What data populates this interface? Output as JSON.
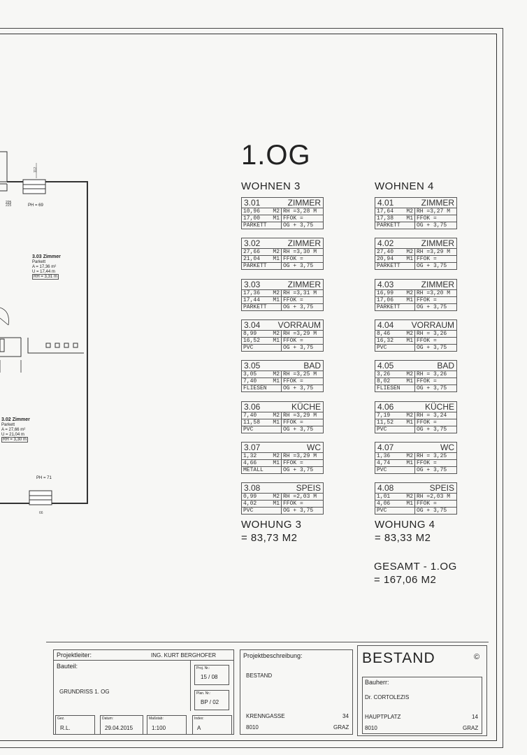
{
  "floor_title": "1.OG",
  "units": [
    {
      "title": "WOHNEN 3",
      "rooms": [
        {
          "no": "3.01",
          "name": "ZIMMER",
          "area": "10,96",
          "area_unit": "M2",
          "rh": "RH =3,28 M",
          "perim": "17,00",
          "perim_unit": "M1",
          "ffok": "FFOK =",
          "floor": "PARKETT",
          "og": "OG  + 3,75"
        },
        {
          "no": "3.02",
          "name": "ZIMMER",
          "area": "27,66",
          "area_unit": "M2",
          "rh": "RH =3,30 M",
          "perim": "21,04",
          "perim_unit": "M1",
          "ffok": "FFOK =",
          "floor": "PARKETT",
          "og": "OG  + 3,75"
        },
        {
          "no": "3.03",
          "name": "ZIMMER",
          "area": "17,36",
          "area_unit": "M2",
          "rh": "RH =3,31 M",
          "perim": "17,44",
          "perim_unit": "M1",
          "ffok": "FFOK =",
          "floor": "PARKETT",
          "og": "OG  + 3,75"
        },
        {
          "no": "3.04",
          "name": "VORRAUM",
          "area": "8,99",
          "area_unit": "M2",
          "rh": "RH =3,29 M",
          "perim": "16,52",
          "perim_unit": "M1",
          "ffok": "FFOK =",
          "floor": "PVC",
          "og": "OG  + 3,75"
        },
        {
          "no": "3.05",
          "name": "BAD",
          "area": "3,05",
          "area_unit": "M2",
          "rh": "RH =3,25 M",
          "perim": "7,40",
          "perim_unit": "M1",
          "ffok": "FFOK =",
          "floor": "FLIESEN",
          "og": "OG  + 3,75"
        },
        {
          "no": "3.06",
          "name": "KÜCHE",
          "area": "7,40",
          "area_unit": "M2",
          "rh": "RH =3,29 M",
          "perim": "11,58",
          "perim_unit": "M1",
          "ffok": "FFOK =",
          "floor": "PVC",
          "og": "OG  + 3,75"
        },
        {
          "no": "3.07",
          "name": "WC",
          "area": "1,32",
          "area_unit": "M2",
          "rh": "RH =3,29 M",
          "perim": "4,66",
          "perim_unit": "M1",
          "ffok": "FFOK =",
          "floor": "METALL",
          "og": "OG  + 3,75"
        },
        {
          "no": "3.08",
          "name": "SPEIS",
          "area": "0,99",
          "area_unit": "M2",
          "rh": "RH =2,03 M",
          "perim": "4,02",
          "perim_unit": "M1",
          "ffok": "FFOK =",
          "floor": "PVC",
          "og": "OG  + 3,75"
        }
      ],
      "total_label": "WOHUNG 3",
      "total_value": "= 83,73 M2"
    },
    {
      "title": "WOHNEN 4",
      "rooms": [
        {
          "no": "4.01",
          "name": "ZIMMER",
          "area": "17,64",
          "area_unit": "M2",
          "rh": "RH =3,27 M",
          "perim": "17,38",
          "perim_unit": "M1",
          "ffok": "FFOK =",
          "floor": "PARKETT",
          "og": "OG  + 3,75"
        },
        {
          "no": "4.02",
          "name": "ZIMMER",
          "area": "27,40",
          "area_unit": "M2",
          "rh": "RH =3,29 M",
          "perim": "20,94",
          "perim_unit": "M1",
          "ffok": "FFOK =",
          "floor": "PARKETT",
          "og": "OG  + 3,75"
        },
        {
          "no": "4.03",
          "name": "ZIMMER",
          "area": "16,99",
          "area_unit": "M2",
          "rh": "RH =3,20 M",
          "perim": "17,06",
          "perim_unit": "M1",
          "ffok": "FFOK =",
          "floor": "PARKETT",
          "og": "OG  + 3,75"
        },
        {
          "no": "4.04",
          "name": "VORRAUM",
          "area": "8,46",
          "area_unit": "M2",
          "rh": "RH =  3,26",
          "perim": "16,32",
          "perim_unit": "M1",
          "ffok": "FFOK =",
          "floor": "PVC",
          "og": "OG  + 3,75"
        },
        {
          "no": "4.05",
          "name": "BAD",
          "area": "3,26",
          "area_unit": "M2",
          "rh": "RH =  3,26",
          "perim": "8,02",
          "perim_unit": "M1",
          "ffok": "FFOK =",
          "floor": "FLIESEN",
          "og": "OG  + 3,75"
        },
        {
          "no": "4.06",
          "name": "KÜCHE",
          "area": "7,19",
          "area_unit": "M2",
          "rh": "RH =  3,24",
          "perim": "11,52",
          "perim_unit": "M1",
          "ffok": "FFOK =",
          "floor": "PVC",
          "og": "OG  + 3,75"
        },
        {
          "no": "4.07",
          "name": "WC",
          "area": "1,36",
          "area_unit": "M2",
          "rh": "RH =  3,25",
          "perim": "4,74",
          "perim_unit": "M1",
          "ffok": "FFOK =",
          "floor": "PVC",
          "og": "OG  + 3,75"
        },
        {
          "no": "4.08",
          "name": "SPEIS",
          "area": "1,01",
          "area_unit": "M2",
          "rh": "RH =2,03 M",
          "perim": "4,06",
          "perim_unit": "M1",
          "ffok": "FFOK =",
          "floor": "PVC",
          "og": "OG  + 3,75"
        }
      ],
      "total_label": "WOHUNG 4",
      "total_value": "= 83,33 M2"
    }
  ],
  "grand_total_label": "GESAMT - 1.OG",
  "grand_total_value": "= 167,06 M2",
  "plan": {
    "room_303": {
      "title": "3.03 Zimmer",
      "floor": "Parkett",
      "a": "A = 17,36 m²",
      "u": "U = 17,44 m",
      "rh": "RH = 3,31 m"
    },
    "room_302": {
      "title": "3.02 Zimmer",
      "floor": "Parkett",
      "a": "A = 27,66 m²",
      "u": "U = 21,04 m",
      "rh": "RH = 3,30 m"
    },
    "ph_top": "PH = 69",
    "ph_bottom": "PH = 71"
  },
  "title_block": {
    "projektleiter_label": "Projektleiter:",
    "projektleiter": "ING. KURT BERGHOFER",
    "bauteil_label": "Bauteil:",
    "bauteil": "GRUNDRISS 1. OG",
    "projnr_label": "Proj. Nr.:",
    "projnr": "15 / 08",
    "plannr_label": "Plan. Nr.:",
    "plannr": "BP / 02",
    "gez_label": "Gez.",
    "gez": "R.L.",
    "datum_label": "Datum:",
    "datum": "29.04.2015",
    "massstab_label": "Maßstab:",
    "massstab": "1:100",
    "index_label": "Index:",
    "index": "A",
    "projekt_label": "Projektbeschreibung:",
    "projekt": "BESTAND",
    "street": "KRENNGASSE",
    "street_no": "34",
    "zip": "8010",
    "city": "GRAZ",
    "stamp": "BESTAND",
    "copyright": "©",
    "bauherr_label": "Bauherr:",
    "bauherr": "Dr. CORTOLEZIS",
    "bh_street": "HAUPTPLATZ",
    "bh_no": "14",
    "bh_zip": "8010",
    "bh_city": "GRAZ"
  }
}
